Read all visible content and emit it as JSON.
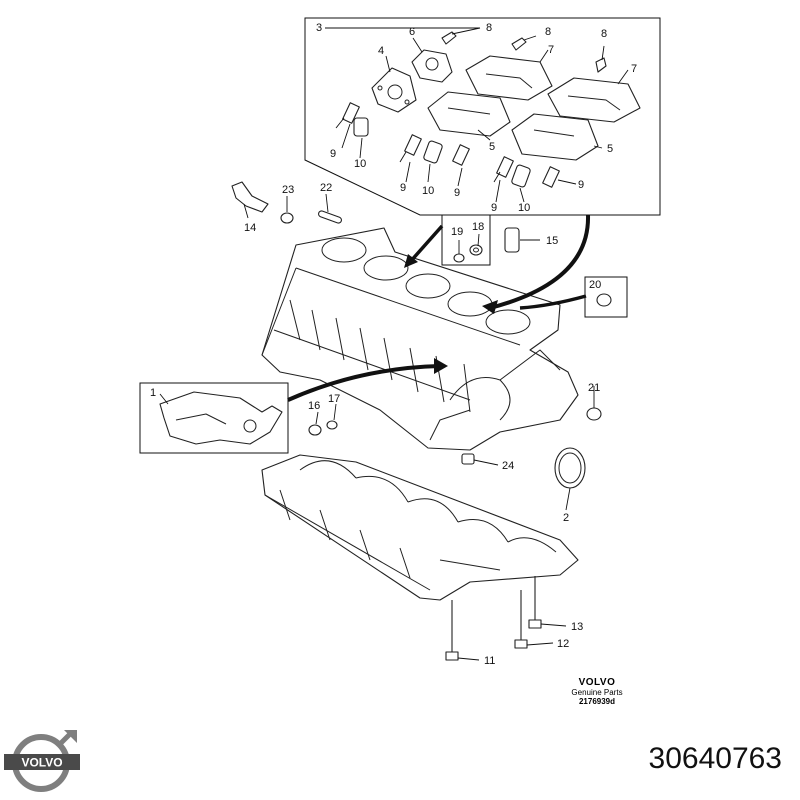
{
  "diagram": {
    "callouts": {
      "c1": "1",
      "c2": "2",
      "c3": "3",
      "c4": "4",
      "c5a": "5",
      "c5b": "5",
      "c6": "6",
      "c7a": "7",
      "c7b": "7",
      "c8a": "8",
      "c8b": "8",
      "c8c": "8",
      "c9a": "9",
      "c9b": "9",
      "c9c": "9",
      "c9d": "9",
      "c10a": "10",
      "c10b": "10",
      "c10c": "10",
      "c11": "11",
      "c12": "12",
      "c13": "13",
      "c14": "14",
      "c15": "15",
      "c16": "16",
      "c17": "17",
      "c18": "18",
      "c19": "19",
      "c20": "20",
      "c21": "21",
      "c22": "22",
      "c23": "23",
      "c24": "24"
    }
  },
  "brand": {
    "name": "VOLVO",
    "sub": "Genuine Parts",
    "code": "2176939d"
  },
  "part_number": "30640763",
  "logo_text": "VOLVO",
  "colors": {
    "line": "#111111",
    "logo_ring": "#7f7f7f",
    "logo_band": "#4a4a4a"
  }
}
